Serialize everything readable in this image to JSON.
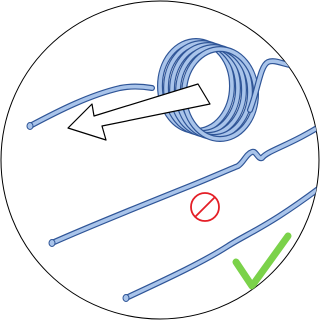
{
  "diagram": {
    "panels": [
      {
        "id": "uncoil",
        "description": ""
      },
      {
        "id": "kinked",
        "status": "wrong"
      },
      {
        "id": "smooth",
        "status": "correct"
      }
    ],
    "colors": {
      "background": "#ffffff",
      "outline": "#000000",
      "tube_fill": "#a9c4ea",
      "tube_stroke": "#2f5597",
      "arrow_fill": "#ffffff",
      "prohibit_red": "#e41e26",
      "check_green": "#7bd24a"
    },
    "icons": [
      "coil-of-tubing",
      "direction-arrow",
      "prohibited-icon",
      "checkmark-icon"
    ]
  }
}
